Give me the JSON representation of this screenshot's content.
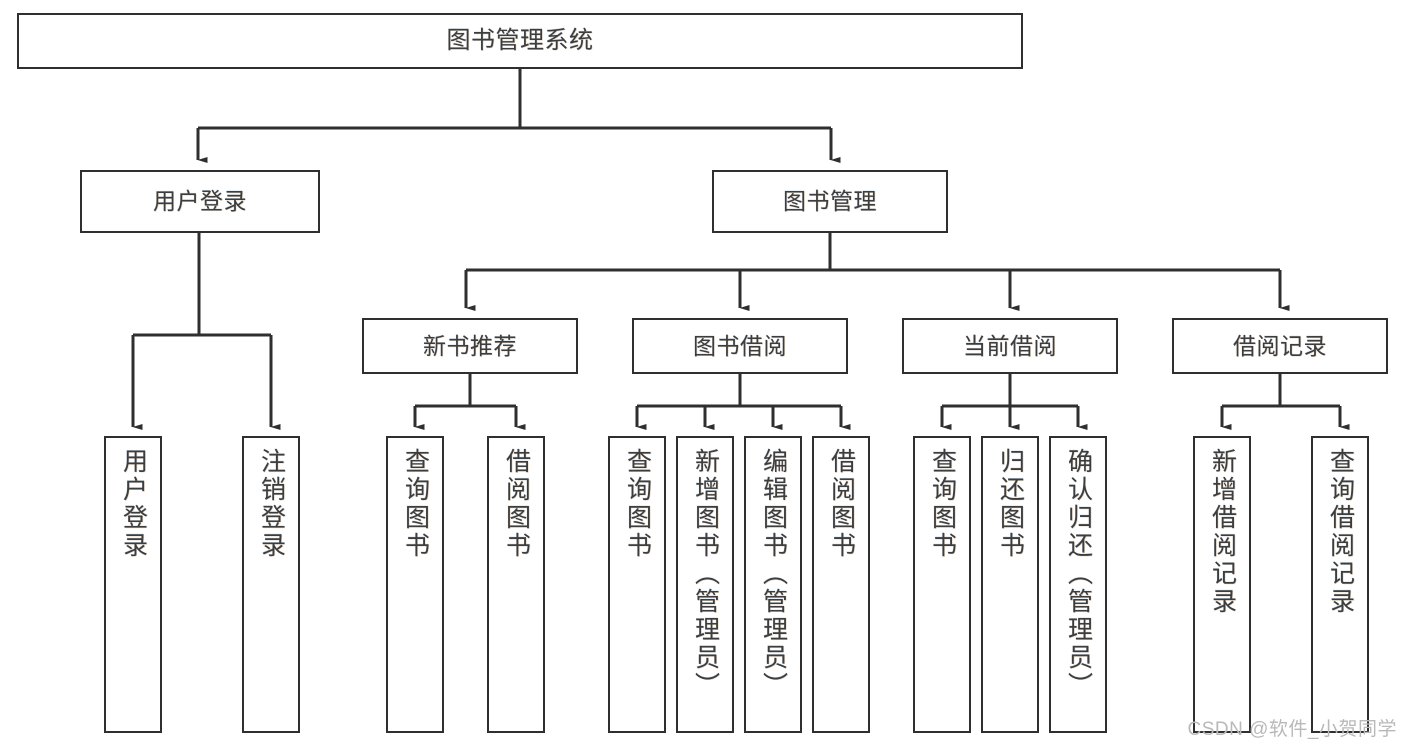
{
  "diagram": {
    "type": "tree",
    "title": "图书管理系统",
    "watermark": "CSDN @软件_小贺同学",
    "colors": {
      "box_border": "#2f2f2f",
      "box_fill": "#ffffff",
      "connector": "#2f2f2f",
      "text": "#3d3d3d",
      "watermark": "#b9b9b9"
    },
    "root": {
      "label": "图书管理系统"
    },
    "level2": [
      {
        "label": "用户登录"
      },
      {
        "label": "图书管理"
      }
    ],
    "level3": [
      {
        "label": "新书推荐"
      },
      {
        "label": "图书借阅"
      },
      {
        "label": "当前借阅"
      },
      {
        "label": "借阅记录"
      }
    ],
    "leaves": {
      "user_login": [
        {
          "label": "用户登录"
        },
        {
          "label": "注销登录"
        }
      ],
      "new_book": [
        {
          "label": "查询图书"
        },
        {
          "label": "借阅图书"
        }
      ],
      "book_borrow": [
        {
          "label": "查询图书"
        },
        {
          "label": "新增图书（管理员）"
        },
        {
          "label": "编辑图书（管理员）"
        },
        {
          "label": "借阅图书"
        }
      ],
      "current_borrow": [
        {
          "label": "查询图书"
        },
        {
          "label": "归还图书"
        },
        {
          "label": "确认归还（管理员）"
        }
      ],
      "borrow_record": [
        {
          "label": "新增借阅记录"
        },
        {
          "label": "查询借阅记录"
        }
      ]
    }
  }
}
